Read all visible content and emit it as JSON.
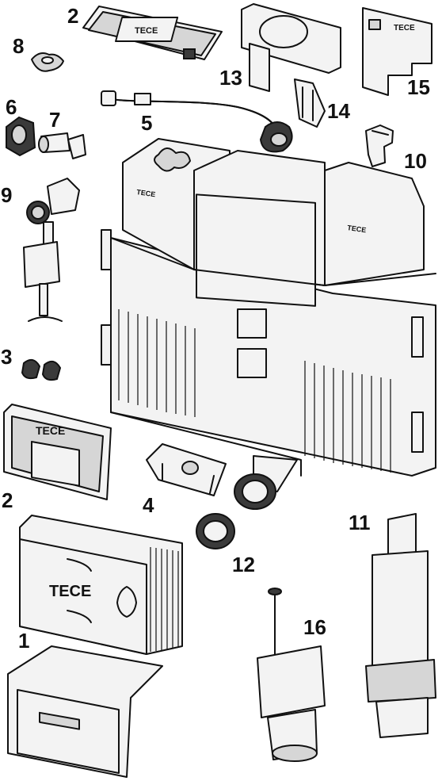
{
  "brand": {
    "logo_text": "TECE"
  },
  "parts": [
    {
      "id": "frame-top",
      "label": "2"
    },
    {
      "id": "ring-small",
      "label": "8"
    },
    {
      "id": "valve-cap",
      "label": "6"
    },
    {
      "id": "angle-valve",
      "label": "7"
    },
    {
      "id": "hose",
      "label": "5"
    },
    {
      "id": "mount-frame",
      "label": "13"
    },
    {
      "id": "clips",
      "label": "14"
    },
    {
      "id": "bracket-plate",
      "label": "15"
    },
    {
      "id": "clip-holder",
      "label": "10"
    },
    {
      "id": "fill-valve",
      "label": "9"
    },
    {
      "id": "caps",
      "label": "3"
    },
    {
      "id": "frame-bottom",
      "label": "2"
    },
    {
      "id": "bracket",
      "label": "4"
    },
    {
      "id": "seal-ring",
      "label": "12"
    },
    {
      "id": "flush-valve",
      "label": "11"
    },
    {
      "id": "cover-box",
      "label": "1"
    },
    {
      "id": "drain-valve",
      "label": "16"
    }
  ]
}
